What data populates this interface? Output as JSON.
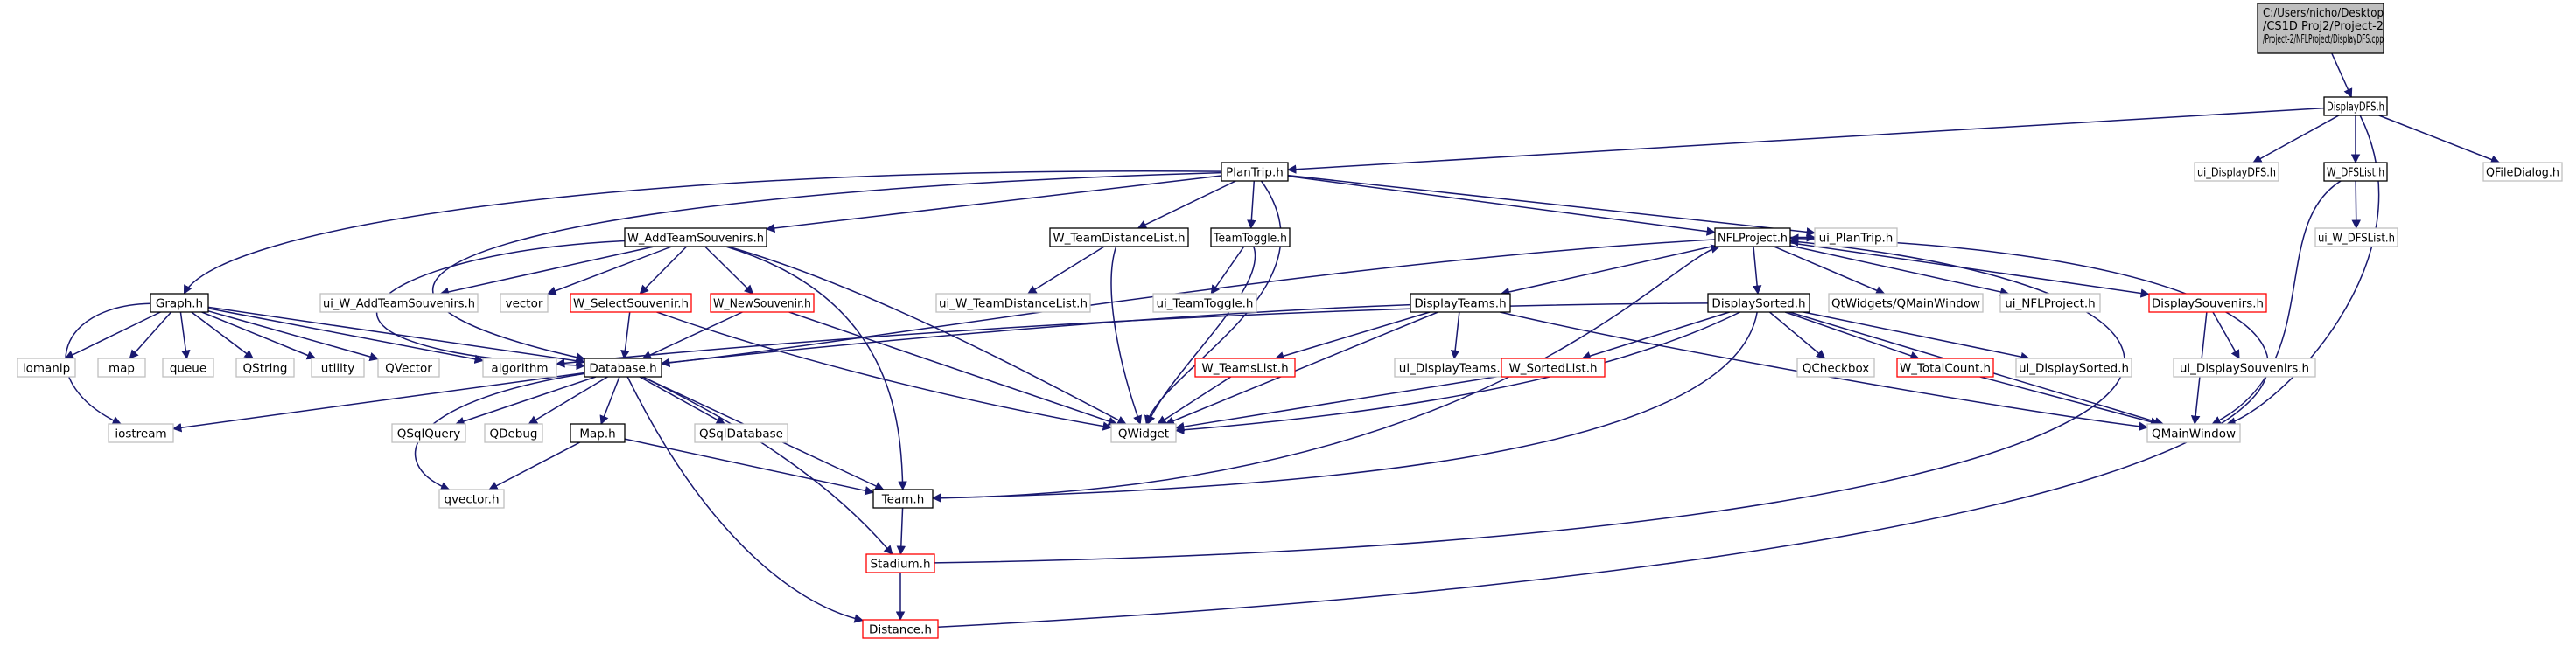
{
  "nodes": {
    "root": [
      "C:/Users/nicho/Desktop",
      "/CS1D Proj2/Project-2",
      "/Project-2/NFLProject/DisplayDFS.cpp"
    ],
    "displaydfs": "DisplayDFS.h",
    "ui_displaydfs": "ui_DisplayDFS.h",
    "w_dfslist": "W_DFSList.h",
    "qfiledialog": "QFileDialog.h",
    "plantrip": "PlanTrip.h",
    "ui_w_dfslist": "ui_W_DFSList.h",
    "w_addteamsouvenirs": "W_AddTeamSouvenirs.h",
    "w_teamdistancelist": "W_TeamDistanceList.h",
    "teamtoggle": "TeamToggle.h",
    "nflproject": "NFLProject.h",
    "ui_plantrip": "ui_PlanTrip.h",
    "graph": "Graph.h",
    "ui_w_addteamsouvenirs": "ui_W_AddTeamSouvenirs.h",
    "vector": "vector",
    "w_selectsouvenir": "W_SelectSouvenir.h",
    "w_newsouvenir": "W_NewSouvenir.h",
    "ui_w_teamdistancelist": "ui_W_TeamDistanceList.h",
    "ui_teamtoggle": "ui_TeamToggle.h",
    "displayteams": "DisplayTeams.h",
    "displaysorted": "DisplaySorted.h",
    "qtwidgets_qmainwindow": "QtWidgets/QMainWindow",
    "ui_nflproject": "ui_NFLProject.h",
    "displaysouvenirs": "DisplaySouvenirs.h",
    "iomanip": "iomanip",
    "map": "map",
    "queue": "queue",
    "qstring": "QString",
    "utility": "utility",
    "qvector": "QVector",
    "algorithm": "algorithm",
    "database": "Database.h",
    "w_teamslist": "W_TeamsList.h",
    "ui_displayteams": "ui_DisplayTeams.h",
    "w_sortedlist": "W_SortedList.h",
    "qcheckbox": "QCheckbox",
    "w_totalcount": "W_TotalCount.h",
    "ui_displaysorted": "ui_DisplaySorted.h",
    "ui_displaysouvenirs": "ui_DisplaySouvenirs.h",
    "iostream": "iostream",
    "qsqlquery": "QSqlQuery",
    "qdebug": "QDebug",
    "map_h": "Map.h",
    "qsqldatabase": "QSqlDatabase",
    "qwidget": "QWidget",
    "qmainwindow": "QMainWindow",
    "qvector_lower": "qvector.h",
    "team": "Team.h",
    "stadium": "Stadium.h",
    "distance": "Distance.h"
  },
  "colors": {
    "edge": "#191970",
    "documented_border": "#000000",
    "truncated_border": "#ff0000",
    "external_border": "#bfbfbf",
    "external_text": "#000000",
    "root_fill": "#bfbfbf"
  }
}
